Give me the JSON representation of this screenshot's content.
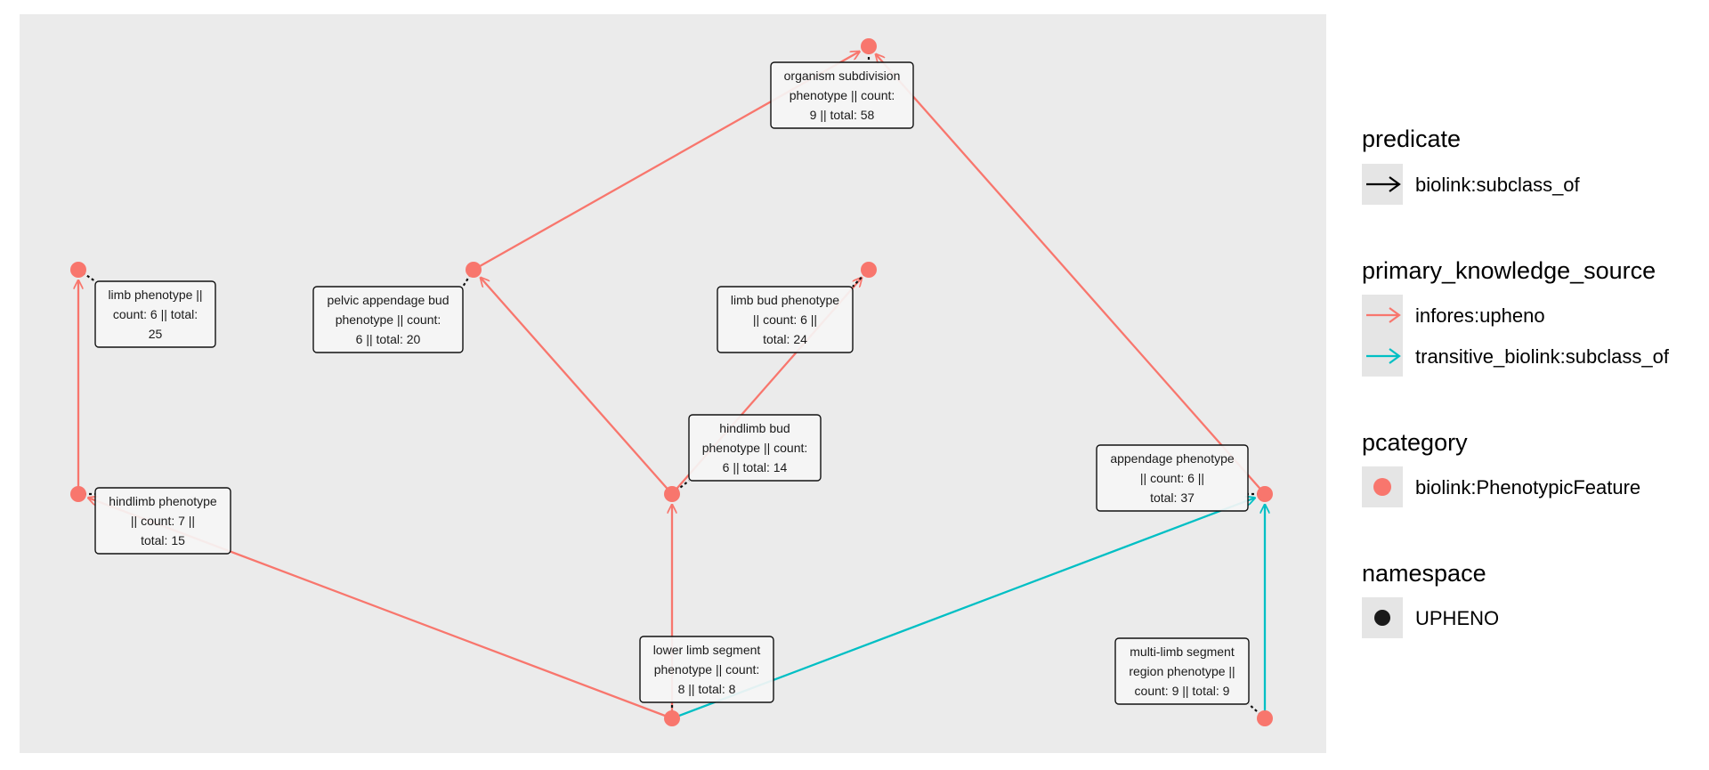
{
  "graph": {
    "nodes": [
      {
        "id": "organism_subdivision",
        "label": [
          "organism subdivision",
          "phenotype || count:",
          "9 || total: 58"
        ]
      },
      {
        "id": "limb_phenotype",
        "label": [
          "limb phenotype ||",
          "count: 6 || total:",
          "25"
        ]
      },
      {
        "id": "pelvic_appendage_bud",
        "label": [
          "pelvic appendage bud",
          "phenotype || count:",
          "6 || total: 20"
        ]
      },
      {
        "id": "limb_bud_phenotype",
        "label": [
          "limb bud phenotype",
          "|| count: 6 ||",
          "total: 24"
        ]
      },
      {
        "id": "hindlimb_bud",
        "label": [
          "hindlimb bud",
          "phenotype || count:",
          "6 || total: 14"
        ]
      },
      {
        "id": "appendage_phenotype",
        "label": [
          "appendage phenotype",
          "|| count: 6 ||",
          "total: 37"
        ]
      },
      {
        "id": "hindlimb_phenotype",
        "label": [
          "hindlimb phenotype",
          "|| count: 7 ||",
          "total: 15"
        ]
      },
      {
        "id": "lower_limb_segment",
        "label": [
          "lower limb segment",
          "phenotype || count:",
          "8 || total: 8"
        ]
      },
      {
        "id": "multi_limb_segment",
        "label": [
          "multi-limb segment",
          "region phenotype ||",
          "count: 9 || total: 9"
        ]
      }
    ],
    "edges": [
      {
        "from": "pelvic_appendage_bud",
        "to": "organism_subdivision",
        "source": "infores:upheno"
      },
      {
        "from": "appendage_phenotype",
        "to": "organism_subdivision",
        "source": "infores:upheno"
      },
      {
        "from": "hindlimb_phenotype",
        "to": "limb_phenotype",
        "source": "infores:upheno"
      },
      {
        "from": "hindlimb_bud",
        "to": "pelvic_appendage_bud",
        "source": "infores:upheno"
      },
      {
        "from": "hindlimb_bud",
        "to": "limb_bud_phenotype",
        "source": "infores:upheno"
      },
      {
        "from": "lower_limb_segment",
        "to": "hindlimb_bud",
        "source": "infores:upheno"
      },
      {
        "from": "lower_limb_segment",
        "to": "hindlimb_phenotype",
        "source": "infores:upheno"
      },
      {
        "from": "lower_limb_segment",
        "to": "appendage_phenotype",
        "source": "transitive_biolink:subclass_of"
      },
      {
        "from": "multi_limb_segment",
        "to": "appendage_phenotype",
        "source": "transitive_biolink:subclass_of"
      }
    ]
  },
  "legend": {
    "predicate": {
      "title": "predicate",
      "items": [
        {
          "label": "biolink:subclass_of",
          "color": "#000000"
        }
      ]
    },
    "primary_knowledge_source": {
      "title": "primary_knowledge_source",
      "items": [
        {
          "label": "infores:upheno",
          "color": "#F8766D"
        },
        {
          "label": "transitive_biolink:subclass_of",
          "color": "#00BFC4"
        }
      ]
    },
    "pcategory": {
      "title": "pcategory",
      "items": [
        {
          "label": "biolink:PhenotypicFeature",
          "color": "#F8766D"
        }
      ]
    },
    "namespace": {
      "title": "namespace",
      "items": [
        {
          "label": "UPHENO",
          "color": "#1a1a1a"
        }
      ]
    }
  },
  "colors": {
    "panel": "#EBEBEB",
    "legend_key_bg": "#E5E5E5",
    "upheno": "#F8766D",
    "transitive": "#00BFC4",
    "label_fill": "#F5F5F5"
  }
}
